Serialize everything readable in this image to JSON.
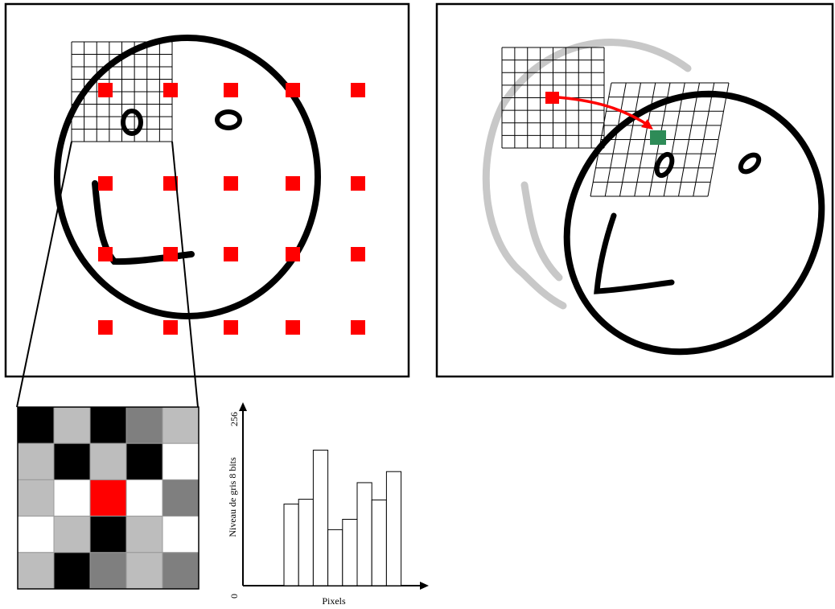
{
  "left_panel": {
    "face": "smiley-face",
    "marker_color": "#ff0000",
    "marker_rows": 4,
    "marker_cols": 5,
    "grid_cells": 8
  },
  "right_panel": {
    "face": "rotated-smiley-face",
    "ghost_face_color": "#c8c8c8",
    "arrow_color": "#ff0000",
    "source_color": "#ff0000",
    "target_color": "#2e8b57"
  },
  "pixel_grid": {
    "rows": [
      [
        "#000000",
        "#bdbdbd",
        "#000000",
        "#7f7f7f",
        "#bdbdbd"
      ],
      [
        "#bdbdbd",
        "#000000",
        "#bdbdbd",
        "#000000",
        "#ffffff"
      ],
      [
        "#bdbdbd",
        "#ffffff",
        "#ff0000",
        "#ffffff",
        "#7f7f7f"
      ],
      [
        "#ffffff",
        "#bdbdbd",
        "#000000",
        "#bdbdbd",
        "#ffffff"
      ],
      [
        "#bdbdbd",
        "#000000",
        "#7f7f7f",
        "#bdbdbd",
        "#7f7f7f"
      ]
    ]
  },
  "chart_data": {
    "type": "bar",
    "ylabel": "Niveau de gris 8 bits",
    "xlabel": "Pixels",
    "ytick_top": "256",
    "ytick_bottom": "0",
    "ylim": [
      0,
      256
    ],
    "values": [
      118,
      125,
      196,
      81,
      96,
      149,
      124,
      165
    ]
  }
}
